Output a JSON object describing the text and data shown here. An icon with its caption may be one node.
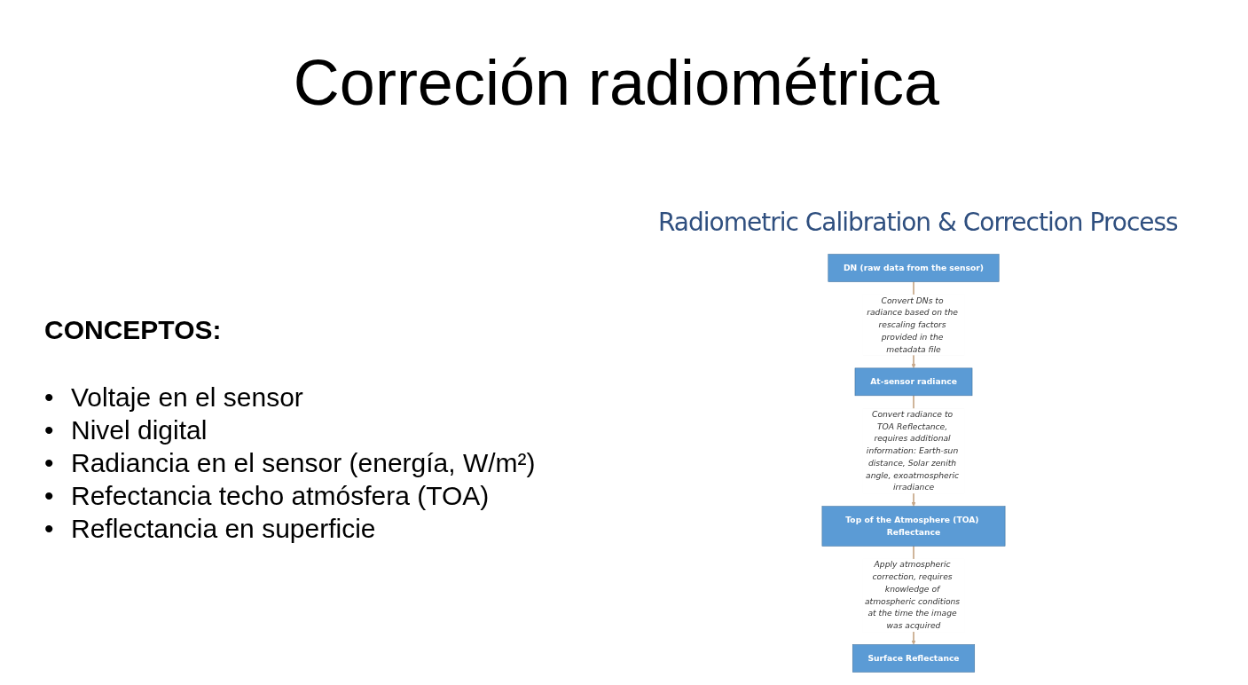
{
  "diagram": {
    "title": "Correción radiométrica",
    "nodes": [
      {
        "text": [
          "DN (raw data from the sensor)"
        ]
      },
      {
        "text": [
          "At-sensor radiance"
        ]
      },
      {
        "text": [
          "Top of the Atmosphere (TOA) Reflectance"
        ]
      },
      {
        "text": [
          "Surface Reflectance"
        ]
      }
    ],
    "edges": [
      {
        "from": 0,
        "to": 1,
        "arrow": "to",
        "label": "Convert DNs to radiance based on the rescaling factors provided in the metadata file"
      },
      {
        "from": 1,
        "to": 2,
        "arrow": "to",
        "label": "Convert radiance to TOA Reflectance, requires additional information: Earth-sun distance, Solar zenith angle, exoatmospheric irradiance"
      },
      {
        "from": 2,
        "to": 3,
        "arrow": "to",
        "label": "Apply atmospheric correction, requires knowledge of atmospheric conditions at the time the image was acquired"
      }
    ],
    "labels": [
      "Radiometric Calibration & Correction Process",
      "CONCEPTOS:",
      "•",
      "Voltaje en el sensor",
      "•",
      "Nivel digital",
      "•",
      "Radiancia en el sensor (energía, W/m²)",
      "•",
      "Refectancia techo atmósfera (TOA)",
      "•",
      "Reflectancia en superficie"
    ]
  }
}
